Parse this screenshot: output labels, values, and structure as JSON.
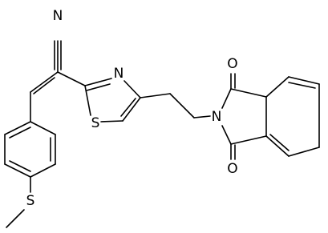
{
  "molecule": {
    "labels": {
      "nitrile_n": "N",
      "thiazole_n": "N",
      "thiazole_s": "S",
      "imide_n": "N",
      "carbonyl_o_top": "O",
      "carbonyl_o_bottom": "O",
      "thioether_s": "S"
    }
  }
}
